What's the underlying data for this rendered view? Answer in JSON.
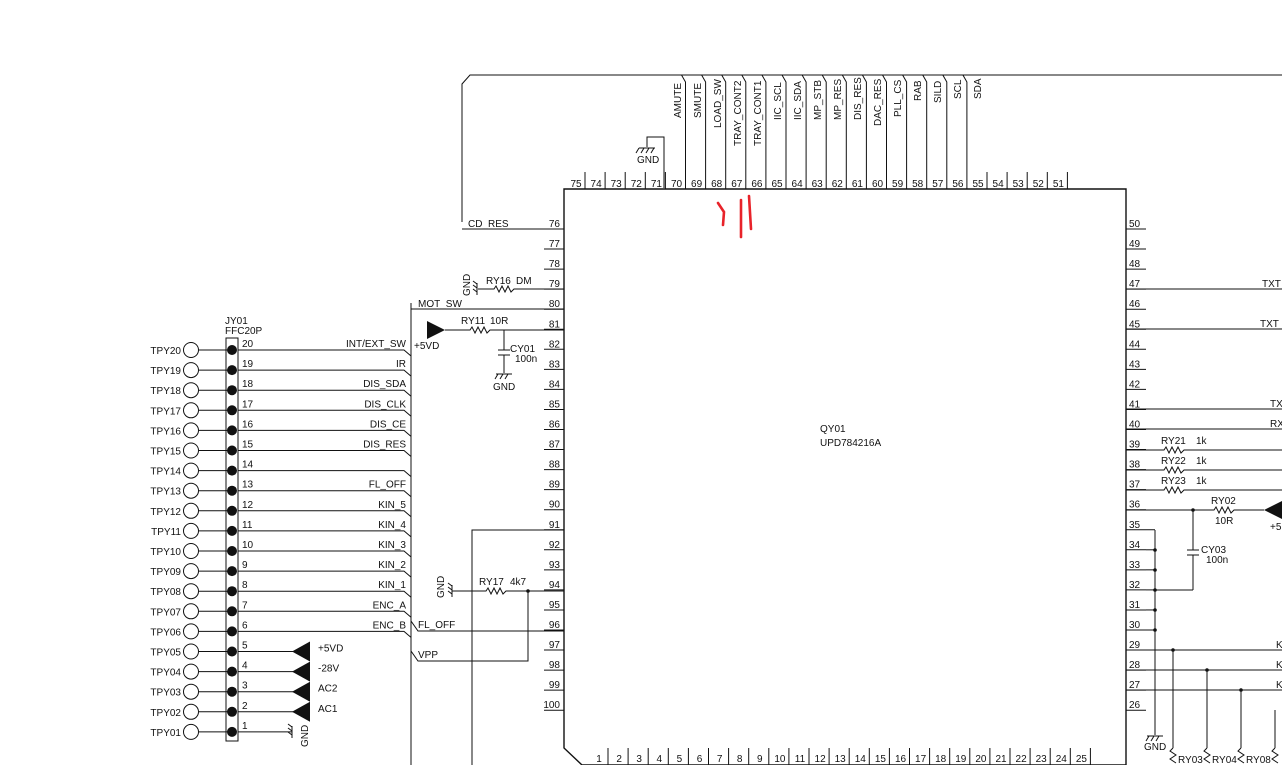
{
  "colors": {
    "ink": "#111111",
    "annotation": "#e8232a",
    "background": "#ffffff"
  },
  "ic": {
    "ref": "QY01",
    "part": "UPD784216A",
    "top_pins": [
      "75",
      "74",
      "73",
      "72",
      "71",
      "70",
      "69",
      "68",
      "67",
      "66",
      "65",
      "64",
      "63",
      "62",
      "61",
      "60",
      "59",
      "58",
      "57",
      "56",
      "55",
      "54",
      "53",
      "52",
      "51"
    ],
    "bottom_pins": [
      "1",
      "2",
      "3",
      "4",
      "5",
      "6",
      "7",
      "8",
      "9",
      "10",
      "11",
      "12",
      "13",
      "14",
      "15",
      "16",
      "17",
      "18",
      "19",
      "20",
      "21",
      "22",
      "23",
      "24",
      "25"
    ],
    "left_pins": [
      "76",
      "77",
      "78",
      "79",
      "80",
      "81",
      "82",
      "83",
      "84",
      "85",
      "86",
      "87",
      "88",
      "89",
      "90",
      "91",
      "92",
      "93",
      "94",
      "95",
      "96",
      "97",
      "98",
      "99",
      "100"
    ],
    "right_pins": [
      "50",
      "49",
      "48",
      "47",
      "46",
      "45",
      "44",
      "43",
      "42",
      "41",
      "40",
      "39",
      "38",
      "37",
      "36",
      "35",
      "34",
      "33",
      "32",
      "31",
      "30",
      "29",
      "28",
      "27",
      "26"
    ]
  },
  "top_bus": [
    "AMUTE",
    "SMUTE",
    "LOAD_SW",
    "TRAY_CONT2",
    "TRAY_CONT1",
    "IIC_SCL",
    "IIC_SDA",
    "MP_STB",
    "MP_RES",
    "DIS_RES",
    "DAC_RES",
    "PLL_CS",
    "RAB",
    "SILD",
    "SCL",
    "SDA"
  ],
  "left_nets": {
    "cd_res": "CD_RES",
    "mot_sw": "MOT_SW",
    "fl_off": "FL_OFF",
    "vpp": "VPP"
  },
  "connector": {
    "ref": "JY01",
    "part": "FFC20P",
    "testpoints": [
      "TPY20",
      "TPY19",
      "TPY18",
      "TPY17",
      "TPY16",
      "TPY15",
      "TPY14",
      "TPY13",
      "TPY12",
      "TPY11",
      "TPY10",
      "TPY09",
      "TPY08",
      "TPY07",
      "TPY06",
      "TPY05",
      "TPY04",
      "TPY03",
      "TPY02",
      "TPY01"
    ],
    "pins": [
      "20",
      "19",
      "18",
      "17",
      "16",
      "15",
      "14",
      "13",
      "12",
      "11",
      "10",
      "9",
      "8",
      "7",
      "6",
      "5",
      "4",
      "3",
      "2",
      "1"
    ],
    "nets": [
      "INT/EXT_SW",
      "IR",
      "DIS_SDA",
      "DIS_CLK",
      "DIS_CE",
      "DIS_RES",
      "",
      "FL_OFF",
      "KIN_5",
      "KIN_4",
      "KIN_3",
      "KIN_2",
      "KIN_1",
      "ENC_A",
      "ENC_B",
      "+5VD",
      "-28V",
      "AC2",
      "AC1",
      ""
    ]
  },
  "components": {
    "ry16": "RY16",
    "ry16_val": "DM",
    "ry11": "RY11",
    "ry11_val": "10R",
    "cy01": "CY01",
    "cy01_val": "100n",
    "ry17": "RY17",
    "ry17_val": "4k7",
    "ry21": "RY21",
    "ry21_val": "1k",
    "ry22": "RY22",
    "ry22_val": "1k",
    "ry23": "RY23",
    "ry23_val": "1k",
    "ry02": "RY02",
    "ry02_val": "10R",
    "cy03": "CY03",
    "cy03_val": "100n",
    "ry03": "RY03",
    "ry04": "RY04",
    "ry08": "RY08"
  },
  "power": {
    "gnd": "GND",
    "vd5": "+5VD",
    "vd5_cut": "+5"
  },
  "right_nets": {
    "n47": "TXT_",
    "n45": "TXT_",
    "n41": "TX",
    "n40": "RX",
    "n29": "K",
    "n28": "K",
    "n27": "K"
  }
}
